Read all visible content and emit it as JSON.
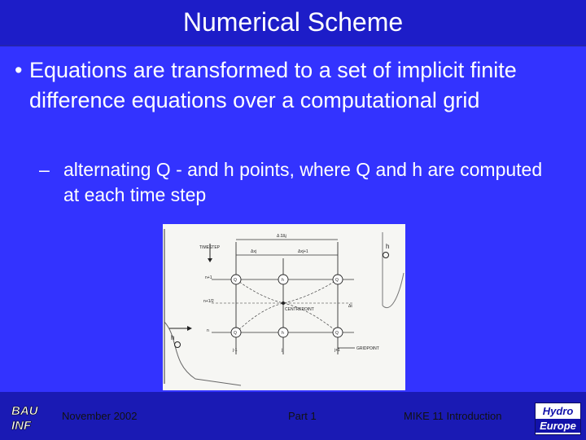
{
  "title": "Numerical Scheme",
  "bullet1": {
    "mark": "•",
    "text": "Equations are transformed to  a set of implicit finite difference equations over a computational grid"
  },
  "bullet2": {
    "mark": "–",
    "text": "alternating Q -  and  h points, where Q and h are computed at each time step"
  },
  "diagram": {
    "labels": {
      "timestep": "TIMESTEP",
      "gridpoint": "GRIDPOINT",
      "centrepoint": "CENTREPOINT",
      "dx2": "Δ 2Δj",
      "dx1": "Δxj",
      "dx3": "Δxj+1",
      "n1": "n+1",
      "nhalf": "n+1/2",
      "n": "n",
      "j1": "j-1",
      "j": "j",
      "j2": "j+1",
      "dt": "Δt",
      "nodes": [
        "Q",
        "h",
        "Q",
        "Q",
        "h",
        "Q"
      ],
      "side_h": "h",
      "side_q": "Q"
    }
  },
  "footer": {
    "date": "November 2002",
    "part": "Part 1",
    "course": "MIKE 11 Introduction"
  },
  "logos": {
    "left_line1": "BAU",
    "left_line2": "INF",
    "right_line1": "Hydro",
    "right_line2": "Europe"
  },
  "colors": {
    "background": "#3333ff",
    "title_bar": "#1d1dc8",
    "footer_bar": "#1a1ab4",
    "text": "#ffffff"
  }
}
